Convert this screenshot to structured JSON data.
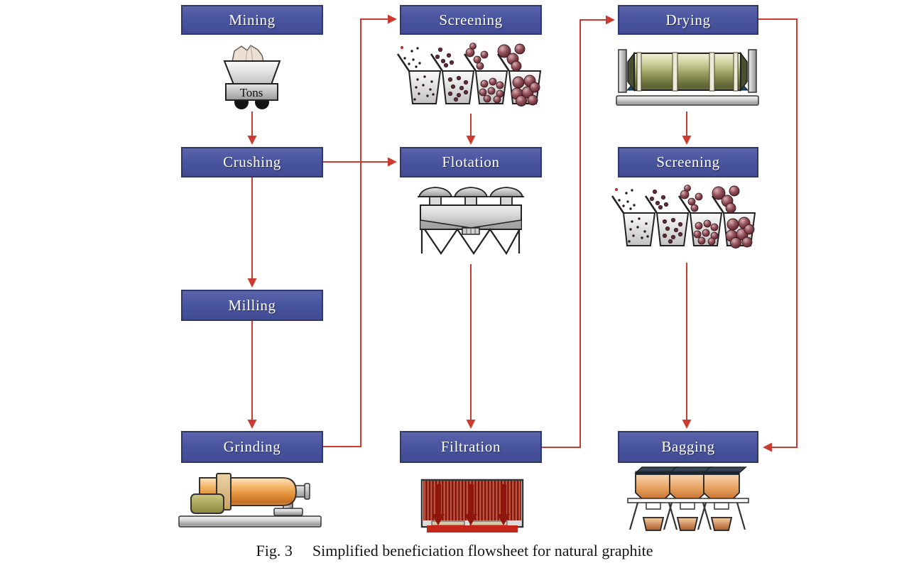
{
  "caption": {
    "fig_label": "Fig. 3",
    "text": "Simplified beneficiation flowsheet for natural graphite"
  },
  "nodes": {
    "mining": {
      "label": "Mining"
    },
    "screening_top": {
      "label": "Screening"
    },
    "drying": {
      "label": "Drying"
    },
    "crushing": {
      "label": "Crushing"
    },
    "flotation": {
      "label": "Flotation"
    },
    "screening_right": {
      "label": "Screening"
    },
    "milling": {
      "label": "Milling"
    },
    "grinding": {
      "label": "Grinding"
    },
    "filtration": {
      "label": "Filtration"
    },
    "bagging": {
      "label": "Bagging"
    }
  },
  "mine_cart": {
    "label": "Tons"
  },
  "edges": [
    {
      "from": "mining",
      "to": "crushing"
    },
    {
      "from": "crushing",
      "to": "flotation"
    },
    {
      "from": "crushing",
      "to": "milling"
    },
    {
      "from": "milling",
      "to": "grinding"
    },
    {
      "from": "grinding",
      "to": "screening_top"
    },
    {
      "from": "screening_top",
      "to": "flotation"
    },
    {
      "from": "flotation",
      "to": "filtration"
    },
    {
      "from": "filtration",
      "to": "drying"
    },
    {
      "from": "drying",
      "to": "screening_right"
    },
    {
      "from": "screening_right",
      "to": "bagging"
    },
    {
      "from": "drying",
      "to": "bagging"
    }
  ],
  "icons": [
    "mine-cart",
    "screen-bins",
    "rotary-dryer",
    "flotation-cell",
    "ball-mill",
    "filter-press",
    "bagging-hoppers"
  ],
  "colors": {
    "box_fill": "#4a55a0",
    "box_border": "#2e376e",
    "box_text": "#ffffff",
    "arrow": "#cc3b2f",
    "particle_maroon": "#7a3b44",
    "drum_olive": "#8b9252",
    "mill_orange": "#e08a33",
    "filter_red": "#8d170d"
  }
}
